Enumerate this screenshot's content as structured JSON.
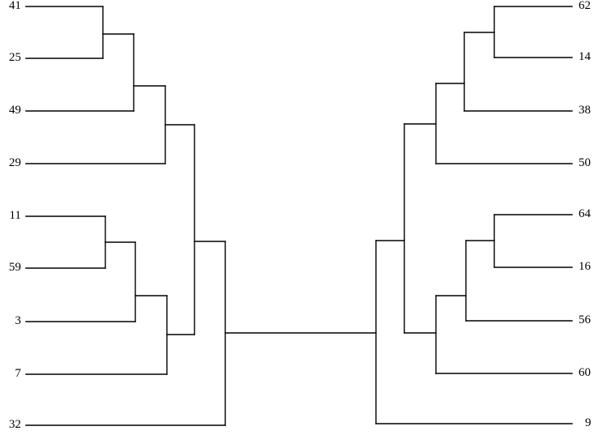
{
  "left_bracket": {
    "labels": [
      "41",
      "25",
      "49",
      "29",
      "11",
      "59",
      "3",
      "7",
      "32"
    ]
  },
  "right_bracket": {
    "labels": [
      "62",
      "14",
      "38",
      "50",
      "64",
      "16",
      "56",
      "60",
      "9"
    ]
  }
}
